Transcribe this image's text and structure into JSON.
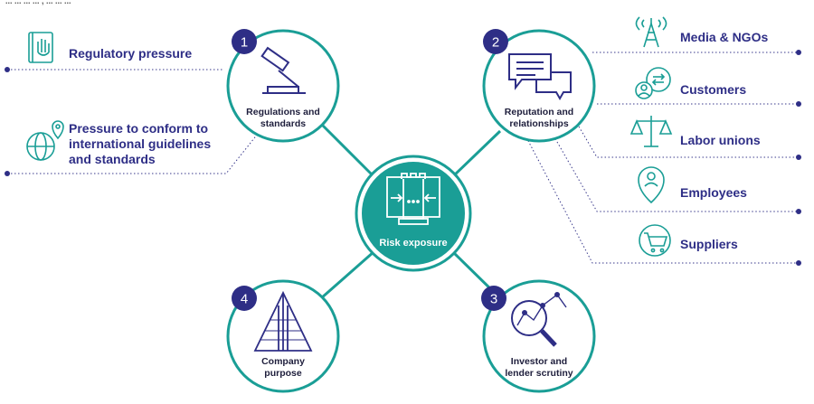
{
  "colors": {
    "teal": "#1a9e96",
    "navy": "#2e2e86",
    "dot_line": "#3a3a8c",
    "text_dark": "#1e1e3c"
  },
  "top_fragment": "... ... ... ... , ... ... ...",
  "center": {
    "label": "Risk exposure",
    "icon": "castle-rook-icon"
  },
  "nodes": [
    {
      "number": "1",
      "line1": "Regulations and",
      "line2": "standards",
      "icon": "gavel-icon"
    },
    {
      "number": "2",
      "line1": "Reputation and",
      "line2": "relationships",
      "icon": "speech-bubbles-icon"
    },
    {
      "number": "3",
      "line1": "Investor and",
      "line2": "lender scrutiny",
      "icon": "magnifier-chart-icon"
    },
    {
      "number": "4",
      "line1": "Company",
      "line2": "purpose",
      "icon": "pyramid-arrow-icon"
    }
  ],
  "left_items": [
    {
      "line1": "Regulatory pressure",
      "icon": "hand-book-icon"
    },
    {
      "line1": "Pressure to conform to",
      "line2": "international guidelines",
      "line3": "and standards",
      "icon": "globe-pin-icon"
    }
  ],
  "right_items": [
    {
      "label": "Media & NGOs",
      "icon": "broadcast-tower-icon"
    },
    {
      "label": "Customers",
      "icon": "customer-exchange-icon"
    },
    {
      "label": "Labor unions",
      "icon": "scales-icon"
    },
    {
      "label": "Employees",
      "icon": "employee-pin-icon"
    },
    {
      "label": "Suppliers",
      "icon": "shopping-cart-icon"
    }
  ]
}
